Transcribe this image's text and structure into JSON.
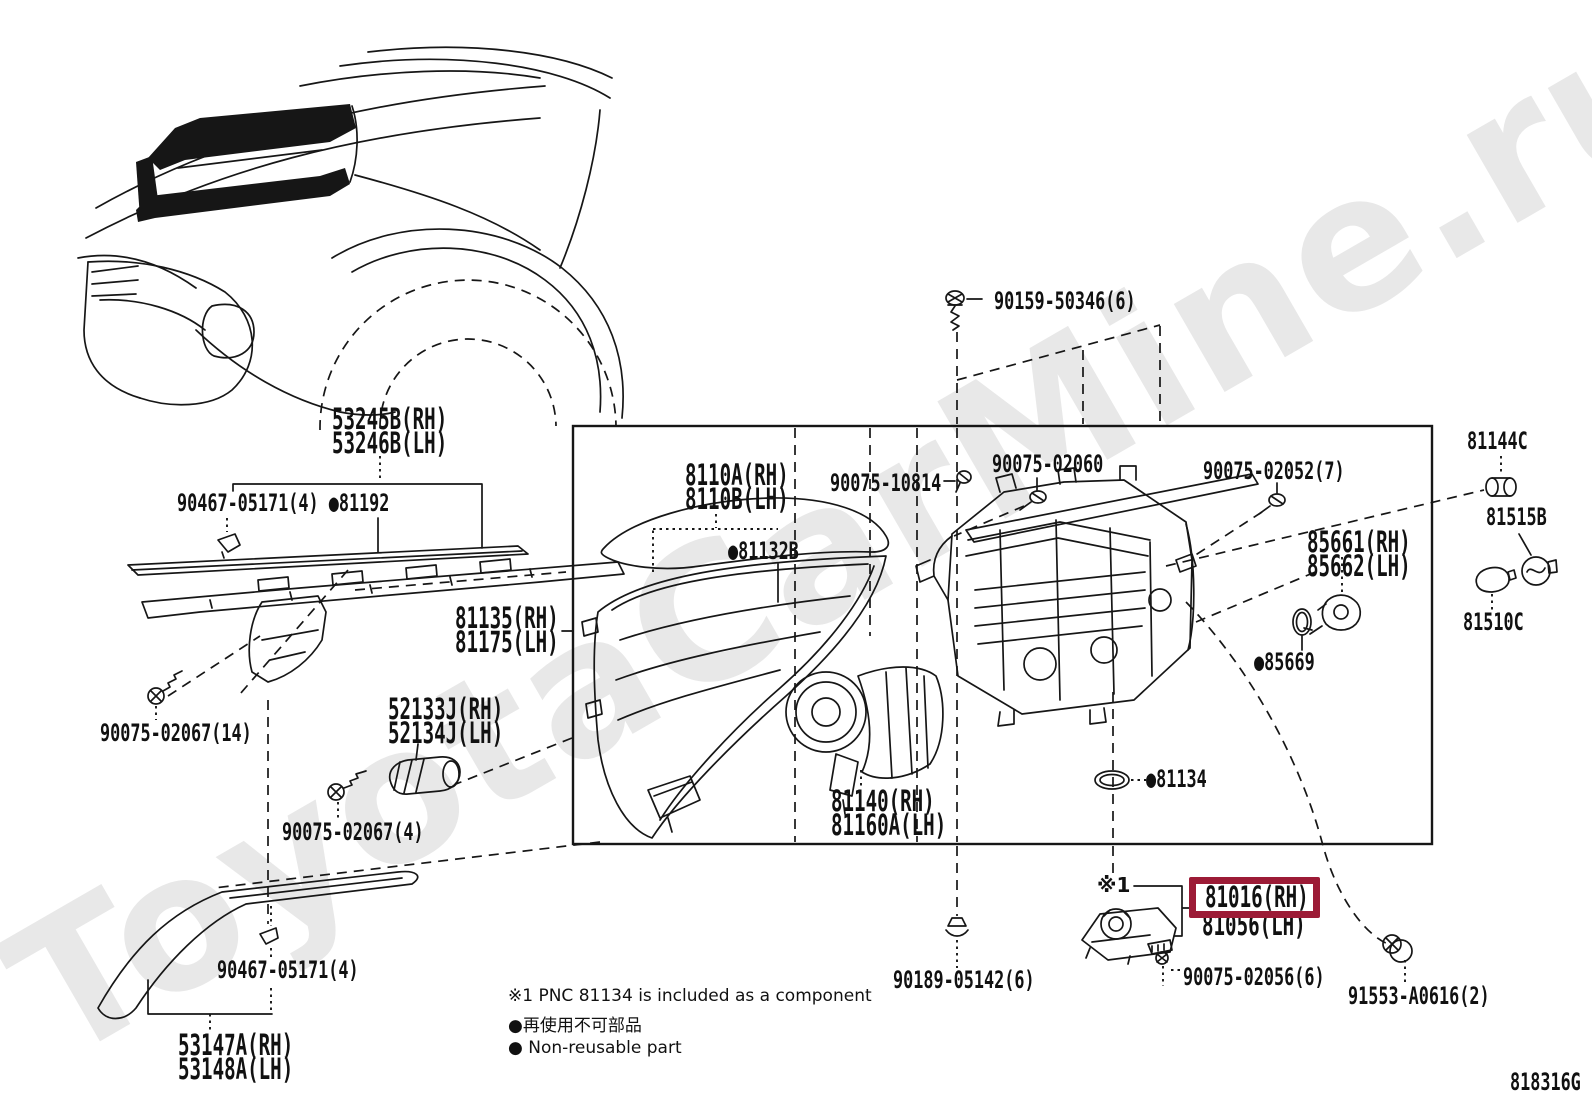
{
  "watermark": "ToyotaCarMine.ru",
  "diagram_code": "818316G",
  "highlight_color": "#9c1b36",
  "parts": {
    "p53245b": {
      "l1": "53245B(RH)",
      "l2": "53246B(LH)"
    },
    "p81192": "90467-05171(4) ●81192",
    "p81135": {
      "l1": "81135(RH)",
      "l2": "81175(LH)"
    },
    "p8110a": {
      "l1": "8110A(RH)",
      "l2": "8110B(LH)"
    },
    "p81132b": "●81132B",
    "p90075_10814": "90075-10814",
    "p90159_50346": "90159-50346(6)",
    "p90075_02060": "90075-02060",
    "p90075_02052": "90075-02052(7)",
    "p81144c": "81144C",
    "p81515b": "81515B",
    "p85661": {
      "l1": "85661(RH)",
      "l2": "85662(LH)"
    },
    "p81510c": "81510C",
    "p85669": "●85669",
    "p52133j": {
      "l1": "52133J(RH)",
      "l2": "52134J(LH)"
    },
    "p90075_02067_14": "90075-02067(14)",
    "p90075_02067_4": "90075-02067(4)",
    "p81140": {
      "l1": "81140(RH)",
      "l2": "81160A(LH)"
    },
    "p81134": "●81134",
    "ref1": "※1",
    "p81016": "81016(RH)",
    "p81056": "81056(LH)",
    "p90189_05142": "90189-05142(6)",
    "p90075_02056": "90075-02056(6)",
    "p91553_a0616": "91553-A0616(2)",
    "p90467_05171b": "90467-05171(4)",
    "p53147a": {
      "l1": "53147A(RH)",
      "l2": "53148A(LH)"
    }
  },
  "footnotes": {
    "f1": "※1 PNC 81134 is included as a component",
    "f2": "●再使用不可部品",
    "f3": "● Non-reusable part"
  }
}
